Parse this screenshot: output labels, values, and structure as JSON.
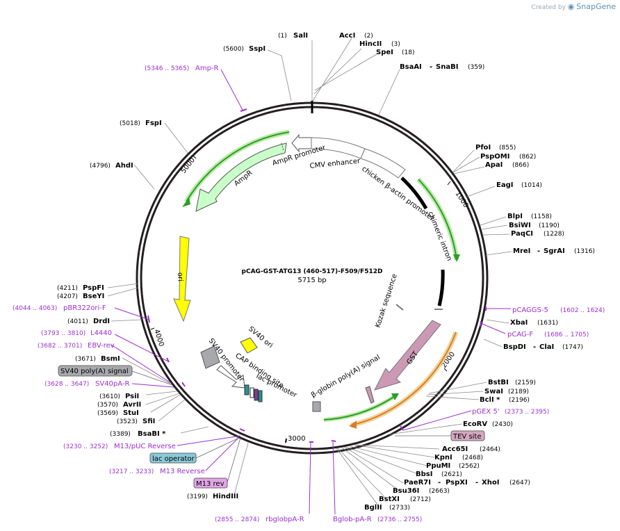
{
  "watermark": {
    "prefix": "Created by",
    "brand": "SnapGene"
  },
  "plasmid": {
    "name": "pCAG-GST-ATG13 (460-517)-F509/F512D",
    "length": "5715 bp"
  },
  "colors": {
    "enzyme": "#000000",
    "primer": "#9b2fd0",
    "ampr": "#c9ffc9",
    "ori": "#ffff00",
    "gst": "#cc99b5",
    "highlight": "#8fdc6a",
    "orange": "#e6a046",
    "grey": "#a7a9ac",
    "teal": "#2b8f8f",
    "lac_operator_bg": "#89c9d9",
    "m13_bg": "#e2a5e8",
    "tev_bg": "#d4a7bf"
  },
  "ticks": [
    "1000",
    "2000",
    "3000",
    "4000",
    "5000"
  ],
  "enzymes": [
    {
      "pos": "(1)",
      "name": "SalI"
    },
    {
      "name": "AccI",
      "pos": "(2)"
    },
    {
      "name": "HincII",
      "pos": "(3)"
    },
    {
      "name": "SpeI",
      "pos": "(18)"
    },
    {
      "name": "BsaAI",
      "extra": "SnaBI",
      "pos": "(359)"
    },
    {
      "pos": "(5600)",
      "name": "SspI"
    },
    {
      "name": "PfoI",
      "pos": "(855)"
    },
    {
      "name": "PspOMI",
      "pos": "(862)"
    },
    {
      "name": "ApaI",
      "pos": "(866)"
    },
    {
      "name": "EagI",
      "pos": "(1014)"
    },
    {
      "name": "BlpI",
      "pos": "(1158)"
    },
    {
      "name": "BsiWI",
      "pos": "(1190)"
    },
    {
      "name": "PaqCI",
      "pos": "(1228)"
    },
    {
      "name": "MreI",
      "extra": "SgrAI",
      "pos": "(1316)"
    },
    {
      "name": "XbaI",
      "pos": "(1631)"
    },
    {
      "name": "BspDI",
      "extra": "ClaI",
      "pos": "(1747)"
    },
    {
      "name": "BstBI",
      "pos": "(2159)"
    },
    {
      "name": "SwaI",
      "pos": "(2189)"
    },
    {
      "name": "BclI *",
      "pos": "(2196)"
    },
    {
      "name": "EcoRV",
      "pos": "(2430)"
    },
    {
      "name": "Acc65I",
      "pos": "(2464)"
    },
    {
      "name": "KpnI",
      "pos": "(2468)"
    },
    {
      "name": "PpuMI",
      "pos": "(2562)"
    },
    {
      "name": "BbsI",
      "pos": "(2621)"
    },
    {
      "name": "PaeR7I",
      "extra": "PspXI",
      "extra2": "XhoI",
      "pos": "(2647)"
    },
    {
      "name": "Bsu36I",
      "pos": "(2663)"
    },
    {
      "name": "BstXI",
      "pos": "(2712)"
    },
    {
      "name": "BglII",
      "pos": "(2733)"
    },
    {
      "pos": "(5018)",
      "name": "FspI"
    },
    {
      "pos": "(4796)",
      "name": "AhdI"
    },
    {
      "pos": "(4211)",
      "name": "PspFI"
    },
    {
      "pos": "(4207)",
      "name": "BseYI"
    },
    {
      "pos": "(4011)",
      "name": "DrdI"
    },
    {
      "pos": "(3671)",
      "name": "BsmI"
    },
    {
      "pos": "(3610)",
      "name": "PsiI"
    },
    {
      "pos": "(3570)",
      "name": "AvrII"
    },
    {
      "pos": "(3569)",
      "name": "StuI"
    },
    {
      "pos": "(3523)",
      "name": "SfiI"
    },
    {
      "pos": "(3389)",
      "name": "BsaBI *"
    },
    {
      "pos": "(3199)",
      "name": "HindIII"
    }
  ],
  "primers": [
    {
      "range": "(5346 .. 5365)",
      "name": "Amp-R"
    },
    {
      "range": "(4044 .. 4063)",
      "name": "pBR322ori-F"
    },
    {
      "range": "(3793 .. 3810)",
      "name": "L4440"
    },
    {
      "range": "(3682 .. 3701)",
      "name": "EBV-rev"
    },
    {
      "range": "(3628 .. 3647)",
      "name": "SV40pA-R"
    },
    {
      "range": "(3230 .. 3252)",
      "name": "M13/pUC Reverse"
    },
    {
      "range": "(3217 .. 3233)",
      "name": "M13 Reverse"
    },
    {
      "range": "(2855 .. 2874)",
      "name": "rbglobpA-R"
    },
    {
      "range": "(2736 .. 2755)",
      "name": "Bglob-pA-R"
    },
    {
      "name": "pCAGGS-5",
      "range": "(1602 .. 1624)"
    },
    {
      "name": "pCAG-F",
      "range": "(1686 .. 1705)"
    },
    {
      "name": "pGEX 5'",
      "range": "(2373 .. 2395)"
    }
  ],
  "boxed_labels": {
    "sv40_polya_signal": "SV40 poly(A) signal",
    "lac_operator": "lac operator",
    "m13_rev": "M13 rev",
    "tev_site": "TEV site"
  },
  "features": {
    "ampr_promoter": "AmpR promoter",
    "cmv_enhancer": "CMV enhancer",
    "chicken_actin": "chicken β-actin promoter",
    "chimeric_intron": "chimeric intron",
    "ampr": "AmpR",
    "ori": "ori",
    "kozak": "Kozak sequence",
    "gst": "GST",
    "bglobin": "β-globin poly(A) signal",
    "sv40_ori": "SV40 ori",
    "sv40_promoter": "SV40 promoter",
    "cap": "CAP binding site",
    "lac_promoter": "lac promoter"
  }
}
